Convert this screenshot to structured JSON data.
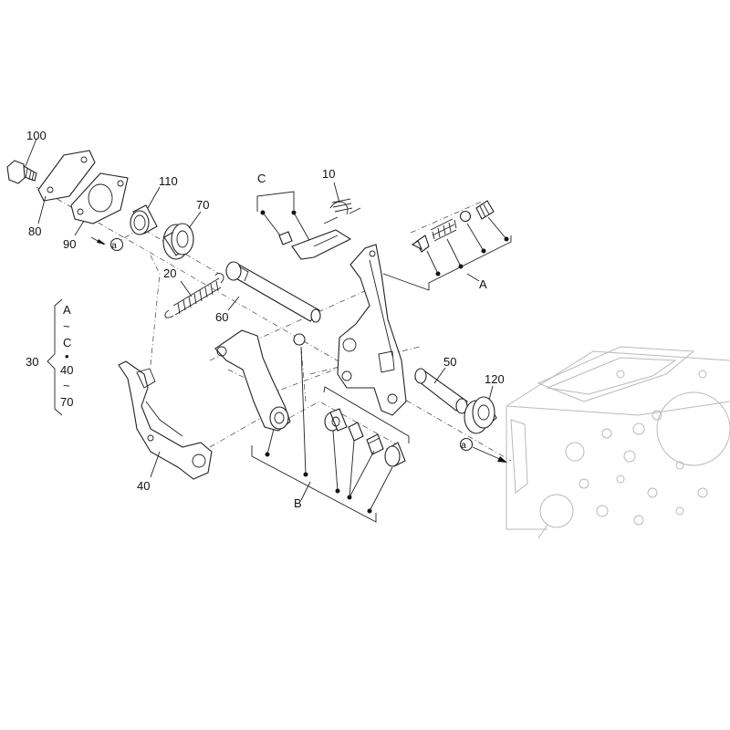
{
  "callouts": {
    "p100": "100",
    "p80": "80",
    "p90": "90",
    "p110": "110",
    "p70": "70",
    "p10": "10",
    "c_group": "C",
    "a_group": "A",
    "ref_a1": "a",
    "ref_a2": "a",
    "p20": "20",
    "p60": "60",
    "p50": "50",
    "p120": "120",
    "p40": "40",
    "b_group": "B"
  },
  "kit30": {
    "number": "30",
    "line1": "A",
    "line2": "~",
    "line3": "C",
    "line4": "•",
    "line5": "40",
    "line6": "~",
    "line7": "70"
  }
}
